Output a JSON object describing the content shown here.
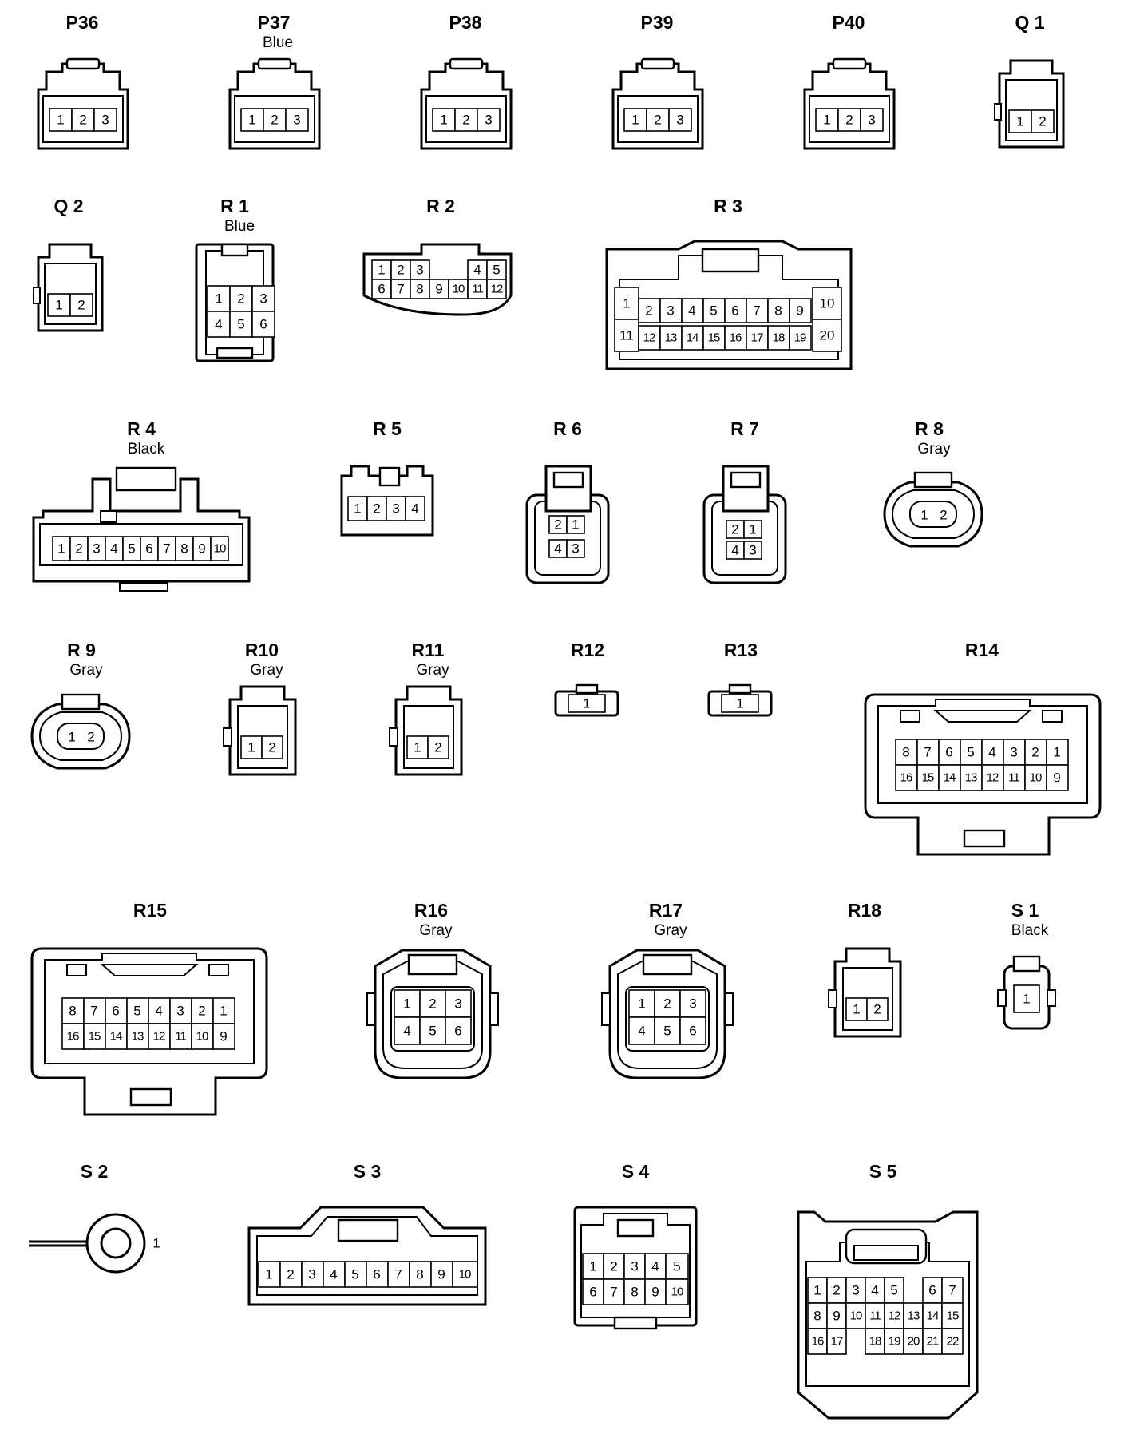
{
  "connectors": [
    {
      "id": "P36",
      "color": "",
      "pins": [
        "1",
        "2",
        "3"
      ]
    },
    {
      "id": "P37",
      "color": "Blue",
      "pins": [
        "1",
        "2",
        "3"
      ]
    },
    {
      "id": "P38",
      "color": "",
      "pins": [
        "1",
        "2",
        "3"
      ]
    },
    {
      "id": "P39",
      "color": "",
      "pins": [
        "1",
        "2",
        "3"
      ]
    },
    {
      "id": "P40",
      "color": "",
      "pins": [
        "1",
        "2",
        "3"
      ]
    },
    {
      "id": "Q 1",
      "color": "",
      "pins": [
        "1",
        "2"
      ]
    },
    {
      "id": "Q 2",
      "color": "",
      "pins": [
        "1",
        "2"
      ]
    },
    {
      "id": "R 1",
      "color": "Blue",
      "pins": [
        "1",
        "2",
        "3",
        "4",
        "5",
        "6"
      ]
    },
    {
      "id": "R 2",
      "color": "",
      "pins": [
        "1",
        "2",
        "3",
        "4",
        "5",
        "6",
        "7",
        "8",
        "9",
        "10",
        "11",
        "12"
      ]
    },
    {
      "id": "R 3",
      "color": "",
      "pins": [
        "1",
        "2",
        "3",
        "4",
        "5",
        "6",
        "7",
        "8",
        "9",
        "10",
        "11",
        "12",
        "13",
        "14",
        "15",
        "16",
        "17",
        "18",
        "19",
        "20"
      ]
    },
    {
      "id": "R 4",
      "color": "Black",
      "pins": [
        "1",
        "2",
        "3",
        "4",
        "5",
        "6",
        "7",
        "8",
        "9",
        "10"
      ]
    },
    {
      "id": "R 5",
      "color": "",
      "pins": [
        "1",
        "2",
        "3",
        "4"
      ]
    },
    {
      "id": "R 6",
      "color": "",
      "pins": [
        "2",
        "1",
        "4",
        "3"
      ]
    },
    {
      "id": "R 7",
      "color": "",
      "pins": [
        "2",
        "1",
        "4",
        "3"
      ]
    },
    {
      "id": "R 8",
      "color": "Gray",
      "pins": [
        "1",
        "2"
      ]
    },
    {
      "id": "R 9",
      "color": "Gray",
      "pins": [
        "1",
        "2"
      ]
    },
    {
      "id": "R10",
      "color": "Gray",
      "pins": [
        "1",
        "2"
      ]
    },
    {
      "id": "R11",
      "color": "Gray",
      "pins": [
        "1",
        "2"
      ]
    },
    {
      "id": "R12",
      "color": "",
      "pins": [
        "1"
      ]
    },
    {
      "id": "R13",
      "color": "",
      "pins": [
        "1"
      ]
    },
    {
      "id": "R14",
      "color": "",
      "pins": [
        "8",
        "7",
        "6",
        "5",
        "4",
        "3",
        "2",
        "1",
        "16",
        "15",
        "14",
        "13",
        "12",
        "11",
        "10",
        "9"
      ]
    },
    {
      "id": "R15",
      "color": "",
      "pins": [
        "8",
        "7",
        "6",
        "5",
        "4",
        "3",
        "2",
        "1",
        "16",
        "15",
        "14",
        "13",
        "12",
        "11",
        "10",
        "9"
      ]
    },
    {
      "id": "R16",
      "color": "Gray",
      "pins": [
        "1",
        "2",
        "3",
        "4",
        "5",
        "6"
      ]
    },
    {
      "id": "R17",
      "color": "Gray",
      "pins": [
        "1",
        "2",
        "3",
        "4",
        "5",
        "6"
      ]
    },
    {
      "id": "R18",
      "color": "",
      "pins": [
        "1",
        "2"
      ]
    },
    {
      "id": "S 1",
      "color": "Black",
      "pins": [
        "1"
      ]
    },
    {
      "id": "S 2",
      "color": "",
      "pins": [
        "1"
      ]
    },
    {
      "id": "S 3",
      "color": "",
      "pins": [
        "1",
        "2",
        "3",
        "4",
        "5",
        "6",
        "7",
        "8",
        "9",
        "10"
      ]
    },
    {
      "id": "S 4",
      "color": "",
      "pins": [
        "1",
        "2",
        "3",
        "4",
        "5",
        "6",
        "7",
        "8",
        "9",
        "10"
      ]
    },
    {
      "id": "S 5",
      "color": "",
      "pins": [
        "1",
        "2",
        "3",
        "4",
        "5",
        "6",
        "7",
        "8",
        "9",
        "10",
        "11",
        "12",
        "13",
        "14",
        "15",
        "16",
        "17",
        "18",
        "19",
        "20",
        "21",
        "22"
      ]
    }
  ]
}
